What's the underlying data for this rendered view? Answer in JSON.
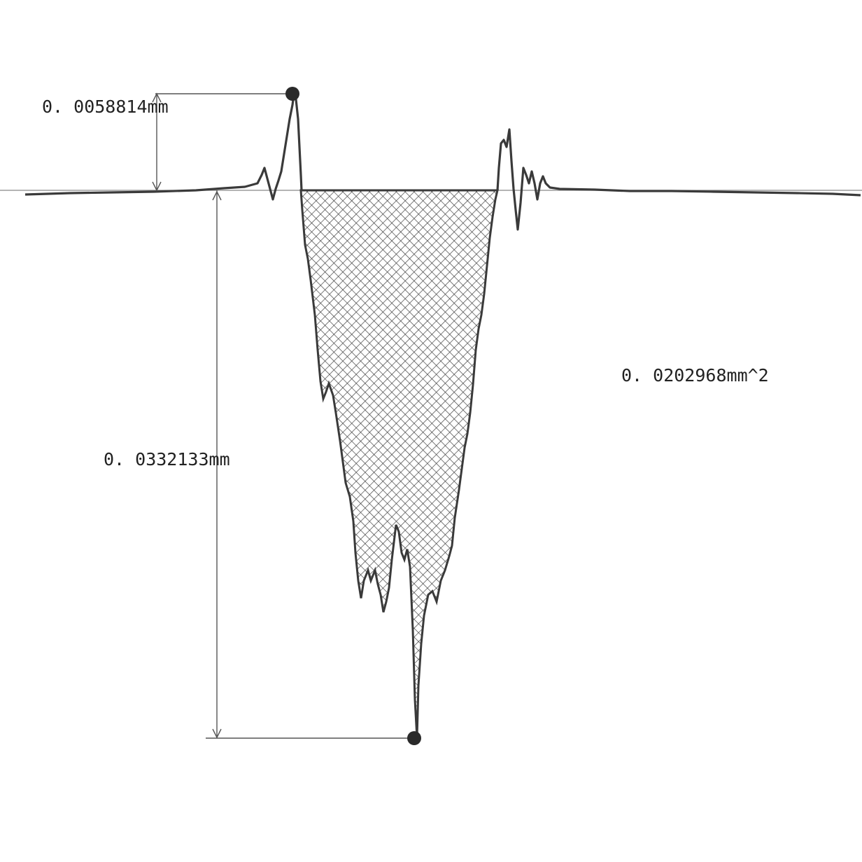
{
  "measurements": {
    "peak_height": "0. 0058814mm",
    "pit_depth": "0. 0332133mm",
    "pit_area": "0. 0202968mm^2"
  },
  "colors": {
    "profile": "#3a3a3a",
    "hatch": "#444444",
    "dimension_line": "#555555",
    "marker": "#2a2a2a",
    "text": "#222222"
  }
}
